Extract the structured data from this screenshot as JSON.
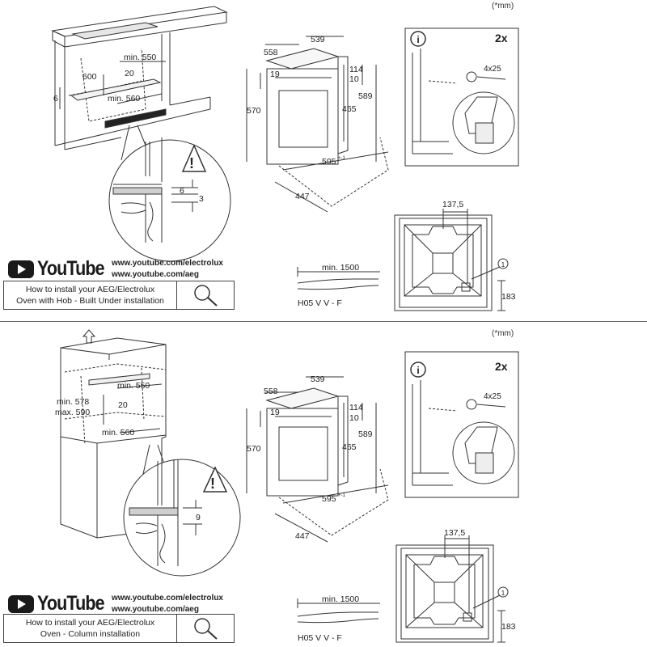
{
  "units_note": "(*mm)",
  "section_top": {
    "cabinet": {
      "min_550": "min. 550",
      "d_600": "600",
      "d_20": "20",
      "min_560": "min. 560",
      "d_6": "6"
    },
    "detail": {
      "d_6": "6",
      "d_3": "3"
    },
    "title": "How to install your AEG/Electrolux\nOven with Hob - Built Under installation"
  },
  "section_bottom": {
    "cabinet": {
      "min_550": "min. 550",
      "min_578": "min. 578",
      "max_590": "max. 590",
      "d_20": "20",
      "min_560": "min. 560"
    },
    "detail": {
      "d_9": "9"
    },
    "title": "How to install your AEG/Electrolux\nOven - Column installation"
  },
  "oven": {
    "d_558": "558",
    "d_539": "539",
    "d_19": "19",
    "d_114": "114",
    "d_10": "10",
    "d_570": "570",
    "d_465": "465",
    "d_589": "589",
    "d_595": "595",
    "d_595_sup": "+-1",
    "d_447": "447"
  },
  "screws": {
    "count": "2x",
    "size": "4x25",
    "info": "i"
  },
  "front": {
    "d_137_5": "137,5",
    "d_183": "183",
    "marker": "1"
  },
  "cable": {
    "min_1500": "min. 1500",
    "type": "H05 V V - F"
  },
  "youtube": {
    "word": "YouTube",
    "url1": "www.youtube.com/electrolux",
    "url2": "www.youtube.com/aeg"
  }
}
